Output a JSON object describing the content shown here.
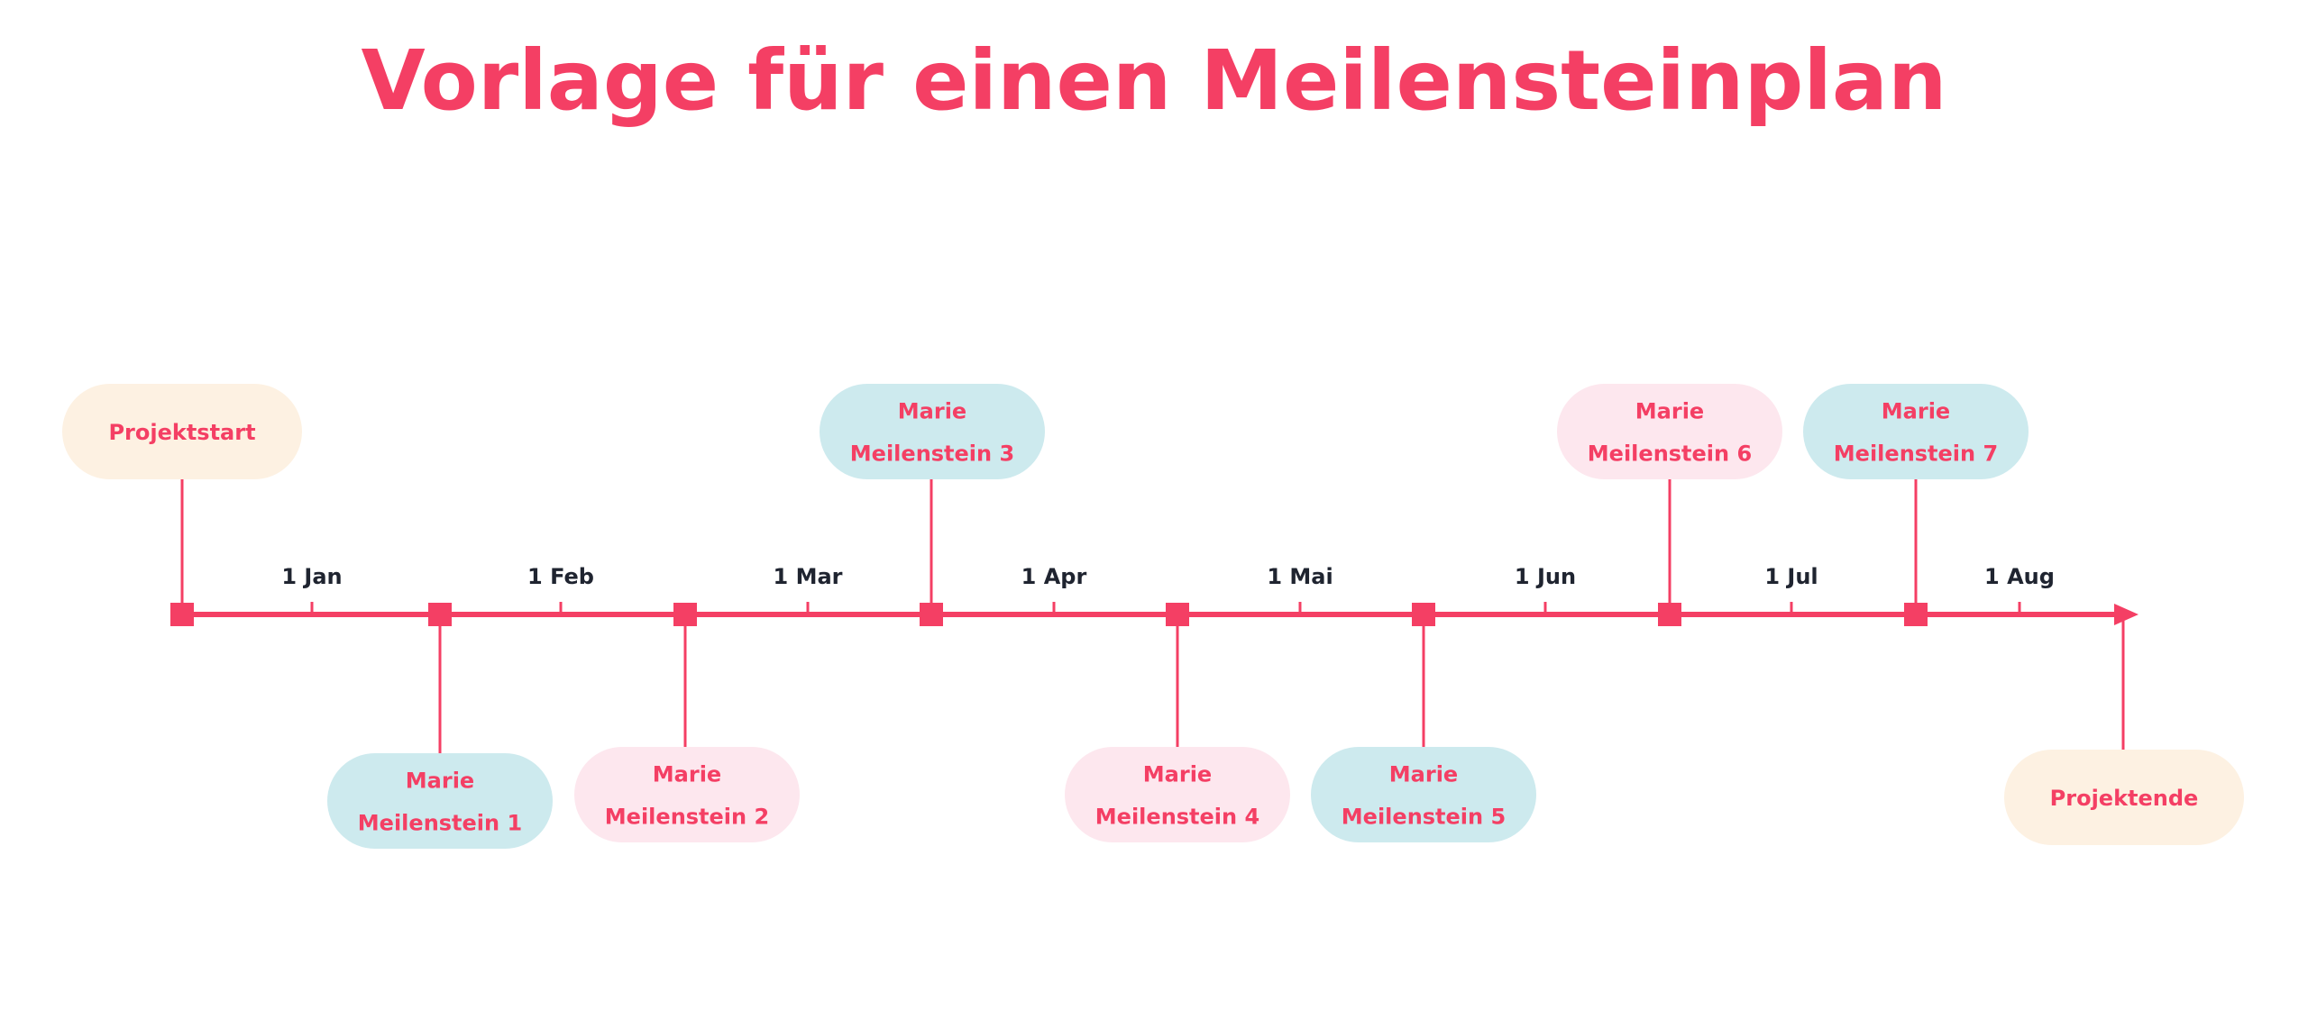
{
  "title": "Vorlage für einen Meilensteinplan",
  "colors": {
    "accent": "#f43f64",
    "tick_label": "#1f2430",
    "pill_cream": "#fdf1e2",
    "pill_teal": "#cdeaee",
    "pill_pink": "#fde7ee"
  },
  "months": [
    "1 Jan",
    "1 Feb",
    "1 Mar",
    "1 Apr",
    "1 Mai",
    "1 Jun",
    "1 Jul",
    "1 Aug"
  ],
  "milestones": [
    {
      "id": "projektstart",
      "lines": [
        "Projektstart"
      ],
      "side": "above",
      "color": "cream"
    },
    {
      "id": "meilenstein-1",
      "lines": [
        "Marie",
        "Meilenstein 1"
      ],
      "side": "below",
      "color": "teal"
    },
    {
      "id": "meilenstein-2",
      "lines": [
        "Marie",
        "Meilenstein 2"
      ],
      "side": "below",
      "color": "pink"
    },
    {
      "id": "meilenstein-3",
      "lines": [
        "Marie",
        "Meilenstein 3"
      ],
      "side": "above",
      "color": "teal"
    },
    {
      "id": "meilenstein-4",
      "lines": [
        "Marie",
        "Meilenstein 4"
      ],
      "side": "below",
      "color": "pink"
    },
    {
      "id": "meilenstein-5",
      "lines": [
        "Marie",
        "Meilenstein 5"
      ],
      "side": "below",
      "color": "teal"
    },
    {
      "id": "meilenstein-6",
      "lines": [
        "Marie",
        "Meilenstein 6"
      ],
      "side": "above",
      "color": "pink"
    },
    {
      "id": "meilenstein-7",
      "lines": [
        "Marie",
        "Meilenstein 7"
      ],
      "side": "above",
      "color": "teal"
    },
    {
      "id": "projektende",
      "lines": [
        "Projektende"
      ],
      "side": "below",
      "color": "cream"
    }
  ]
}
